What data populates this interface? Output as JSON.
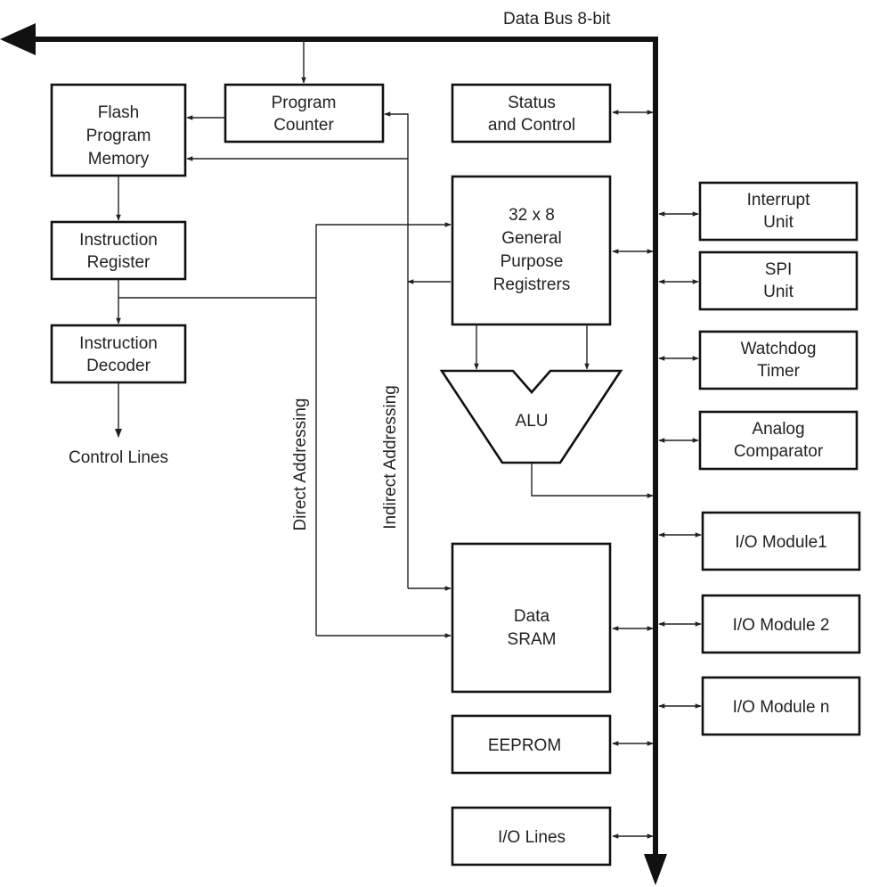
{
  "bus_label": "Data Bus 8-bit",
  "blocks": {
    "flash": [
      "Flash",
      "Program",
      "Memory"
    ],
    "program_counter": [
      "Program",
      "Counter"
    ],
    "status_control": [
      "Status",
      "and Control"
    ],
    "instruction_register": [
      "Instruction",
      "Register"
    ],
    "instruction_decoder": [
      "Instruction",
      "Decoder"
    ],
    "gp_registers": [
      "32 x 8",
      "General",
      "Purpose",
      "Registrers"
    ],
    "alu": "ALU",
    "data_sram": [
      "Data",
      "SRAM"
    ],
    "eeprom": "EEPROM",
    "io_lines": "I/O Lines",
    "interrupt_unit": [
      "Interrupt",
      "Unit"
    ],
    "spi_unit": [
      "SPI",
      "Unit"
    ],
    "watchdog_timer": [
      "Watchdog",
      "Timer"
    ],
    "analog_comparator": [
      "Analog",
      "Comparator"
    ],
    "io_module1": "I/O Module1",
    "io_module2": "I/O Module 2",
    "io_modulen": "I/O Module n"
  },
  "labels": {
    "control_lines": "Control Lines",
    "direct_addressing": "Direct Addressing",
    "indirect_addressing": "Indirect Addressing"
  }
}
